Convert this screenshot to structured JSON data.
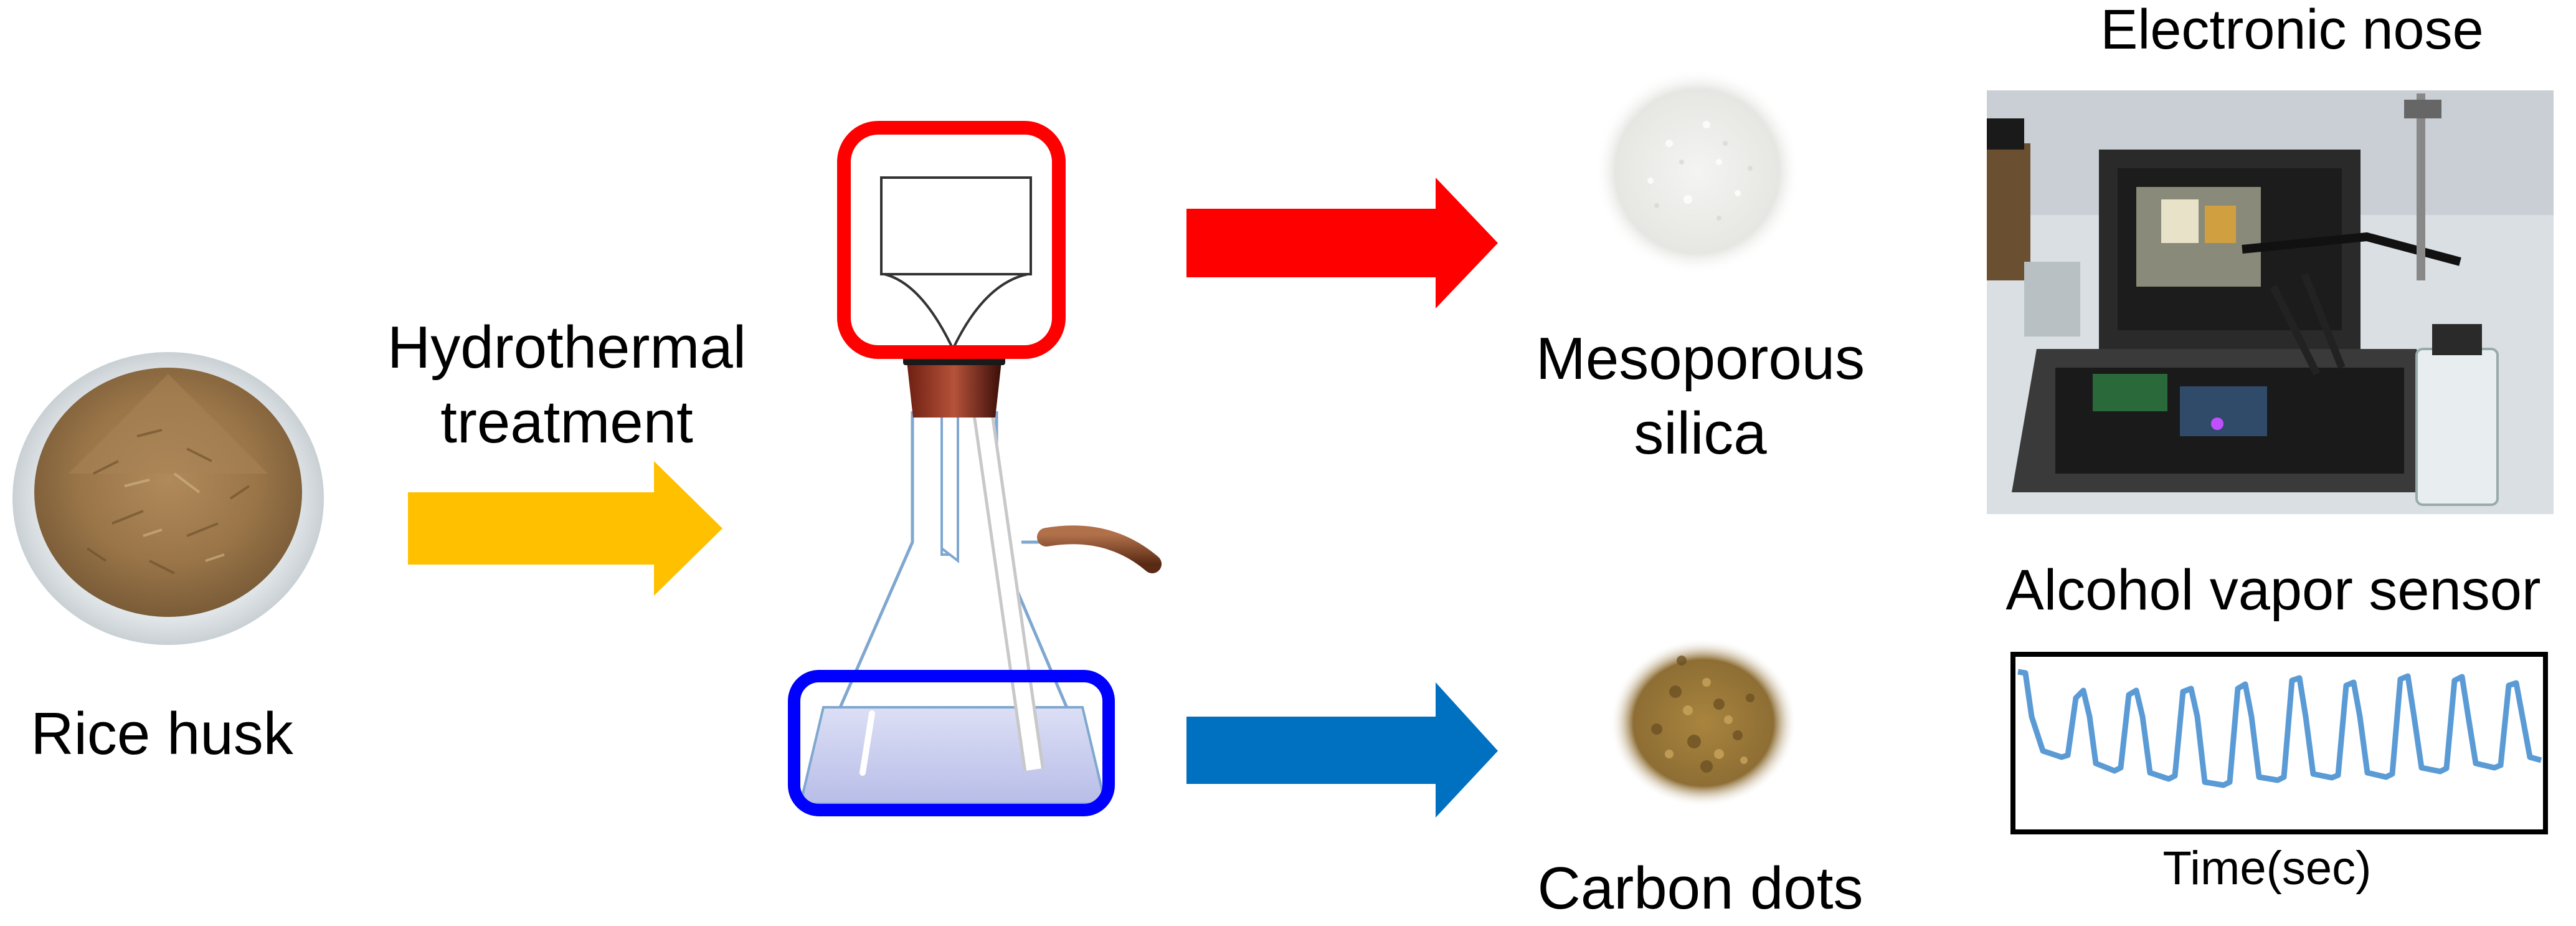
{
  "labels": {
    "rice_husk": "Rice husk",
    "hydrothermal_line1": "Hydrothermal",
    "hydrothermal_line2": "treatment",
    "mesoporous_line1": "Mesoporous",
    "mesoporous_line2": "silica",
    "carbon_dots": "Carbon dots",
    "electronic_nose": "Electronic nose",
    "alcohol_vapor_sensor": "Alcohol vapor sensor",
    "time_axis": "Time(sec)"
  },
  "colors": {
    "yellow_arrow": "#ffc000",
    "red_arrow": "#ff0000",
    "blue_arrow": "#0070c0",
    "red_box": "#ff0000",
    "blue_box": "#0000ff",
    "sensor_line": "#5b9bd5",
    "flask_outline": "#7fa7cf",
    "liquid": "#c8cdf0",
    "stopper": "#8b2a1a",
    "tube": "#8a4a2a"
  },
  "icons": {
    "rice_husk_photo": "rice-husk-bowl",
    "silica_photo": "white-powder",
    "carbon_dots_photo": "brown-powder",
    "electronic_nose_photo": "instrument-case",
    "flask": "suction-flask-with-funnel"
  }
}
